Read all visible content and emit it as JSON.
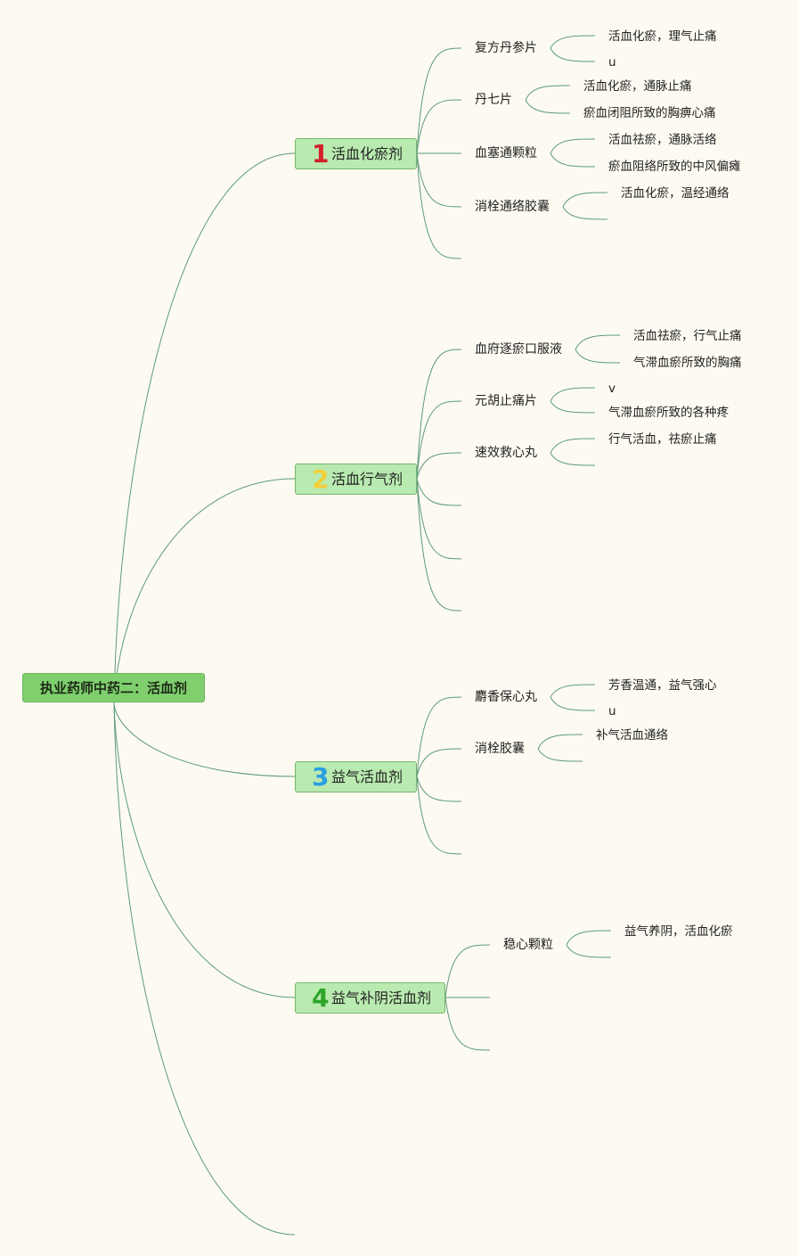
{
  "root": {
    "label": "执业药师中药二：活血剂"
  },
  "branches": [
    {
      "number": "1",
      "label": "活血化瘀剂",
      "children": [
        {
          "label": "复方丹参片",
          "details": [
            "活血化瘀，理气止痛",
            "u"
          ]
        },
        {
          "label": "丹七片",
          "details": [
            "活血化瘀，通脉止痛",
            "瘀血闭阻所致的胸痹心痛"
          ]
        },
        {
          "label": "血塞通颗粒",
          "details": [
            "活血祛瘀，通脉活络",
            "瘀血阻络所致的中风偏瘫"
          ]
        },
        {
          "label": "消栓通络胶囊",
          "details": [
            "活血化瘀，温经通络"
          ]
        }
      ]
    },
    {
      "number": "2",
      "label": "活血行气剂",
      "children": [
        {
          "label": "血府逐瘀口服液",
          "details": [
            "活血祛瘀，行气止痛",
            "气滞血瘀所致的胸痛"
          ]
        },
        {
          "label": "元胡止痛片",
          "details": [
            "v",
            "气滞血瘀所致的各种疼"
          ]
        },
        {
          "label": "速效救心丸",
          "details": [
            "行气活血，祛瘀止痛"
          ]
        }
      ]
    },
    {
      "number": "3",
      "label": "益气活血剂",
      "children": [
        {
          "label": "麝香保心丸",
          "details": [
            "芳香温通，益气强心",
            "u"
          ]
        },
        {
          "label": "消栓胶囊",
          "details": [
            "补气活血通络"
          ]
        }
      ]
    },
    {
      "number": "4",
      "label": "益气补阴活血剂",
      "children": [
        {
          "label": "稳心颗粒",
          "details": [
            "益气养阴，活血化瘀"
          ]
        }
      ]
    }
  ],
  "colors": {
    "background": "#fdfbf1",
    "root_fill": "#7fcf6e",
    "main_fill": "#b9eab0",
    "line": "#5e9a7c",
    "num1": "#d4202a",
    "num2": "#f2d03a",
    "num3": "#2aa0e0",
    "num4": "#2fa52a"
  }
}
